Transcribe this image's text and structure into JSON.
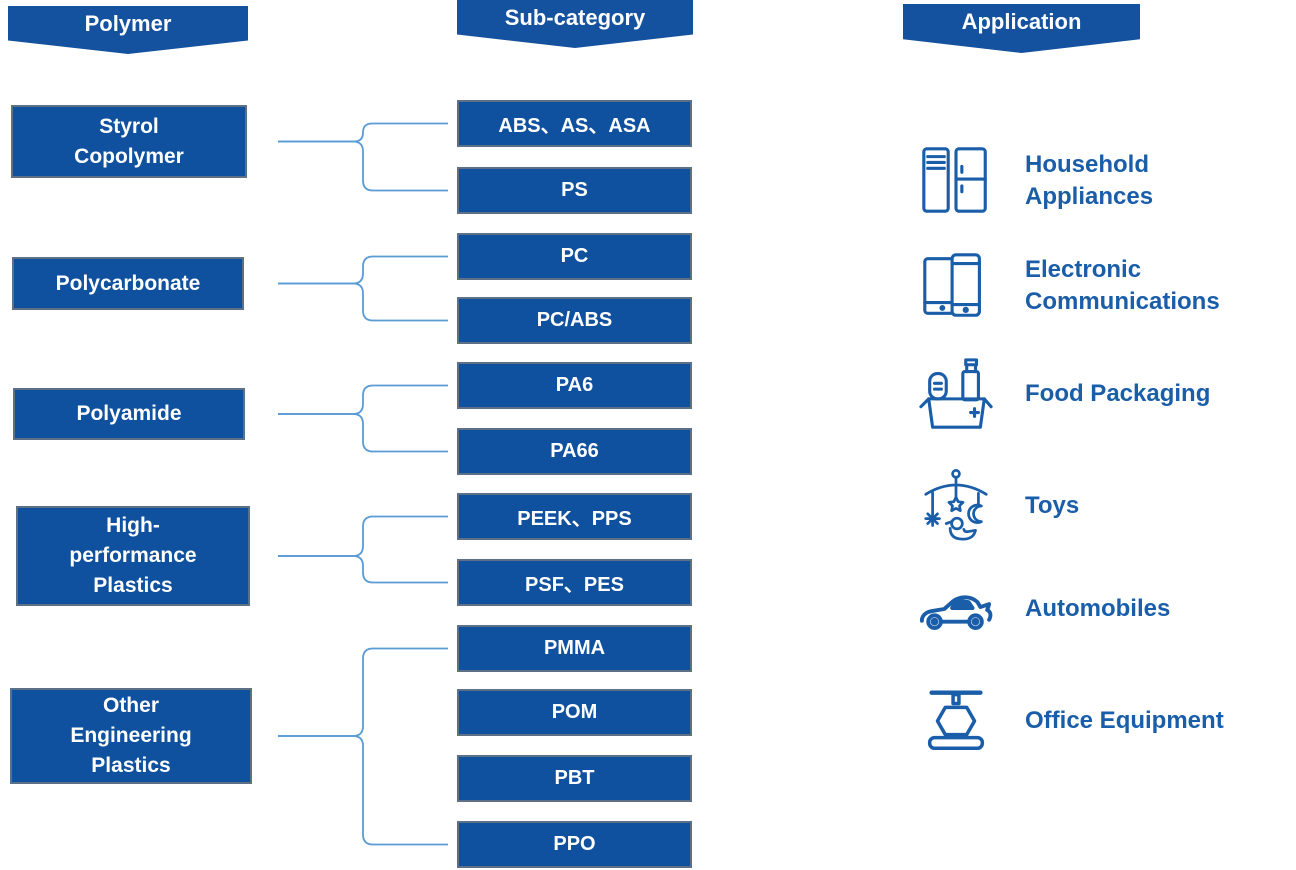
{
  "headers": {
    "polymer": "Polymer",
    "sub_category": "Sub-category",
    "application": "Application"
  },
  "polymers": [
    {
      "name": "Styrol Copolymer",
      "label": "Styrol\nCopolymer"
    },
    {
      "name": "Polycarbonate",
      "label": "Polycarbonate"
    },
    {
      "name": "Polyamide",
      "label": "Polyamide"
    },
    {
      "name": "High-performance Plastics",
      "label": "High-\nperformance\nPlastics"
    },
    {
      "name": "Other Engineering Plastics",
      "label": "Other\nEngineering\nPlastics"
    }
  ],
  "sub_categories": [
    {
      "label": "ABS、AS、ASA"
    },
    {
      "label": "PS"
    },
    {
      "label": "PC"
    },
    {
      "label": "PC/ABS"
    },
    {
      "label": "PA6"
    },
    {
      "label": "PA66"
    },
    {
      "label": "PEEK、PPS"
    },
    {
      "label": "PSF、PES"
    },
    {
      "label": "PMMA"
    },
    {
      "label": "POM"
    },
    {
      "label": "PBT"
    },
    {
      "label": "PPO"
    }
  ],
  "links": [
    {
      "from": "Styrol Copolymer",
      "to": [
        "ABS、AS、ASA",
        "PS"
      ]
    },
    {
      "from": "Polycarbonate",
      "to": [
        "PC",
        "PC/ABS"
      ]
    },
    {
      "from": "Polyamide",
      "to": [
        "PA6",
        "PA66"
      ]
    },
    {
      "from": "High-performance Plastics",
      "to": [
        "PEEK、PPS",
        "PSF、PES"
      ]
    },
    {
      "from": "Other Engineering Plastics",
      "to": [
        "PMMA",
        "POM",
        "PBT",
        "PPO"
      ]
    }
  ],
  "applications": [
    {
      "label": "Household\nAppliances",
      "icon": "household-appliances-icon"
    },
    {
      "label": "Electronic\nCommunications",
      "icon": "electronic-communications-icon"
    },
    {
      "label": "Food Packaging",
      "icon": "food-packaging-icon"
    },
    {
      "label": "Toys",
      "icon": "toys-icon"
    },
    {
      "label": "Automobiles",
      "icon": "automobiles-icon"
    },
    {
      "label": "Office Equipment",
      "icon": "office-equipment-icon"
    }
  ],
  "colors": {
    "box_fill": "#0F519E",
    "banner_fill": "#14529F",
    "box_border": "#5D7086",
    "connector": "#5B9BD5",
    "accent": "#1A5DA8",
    "box_text": "#FFFFFF"
  }
}
